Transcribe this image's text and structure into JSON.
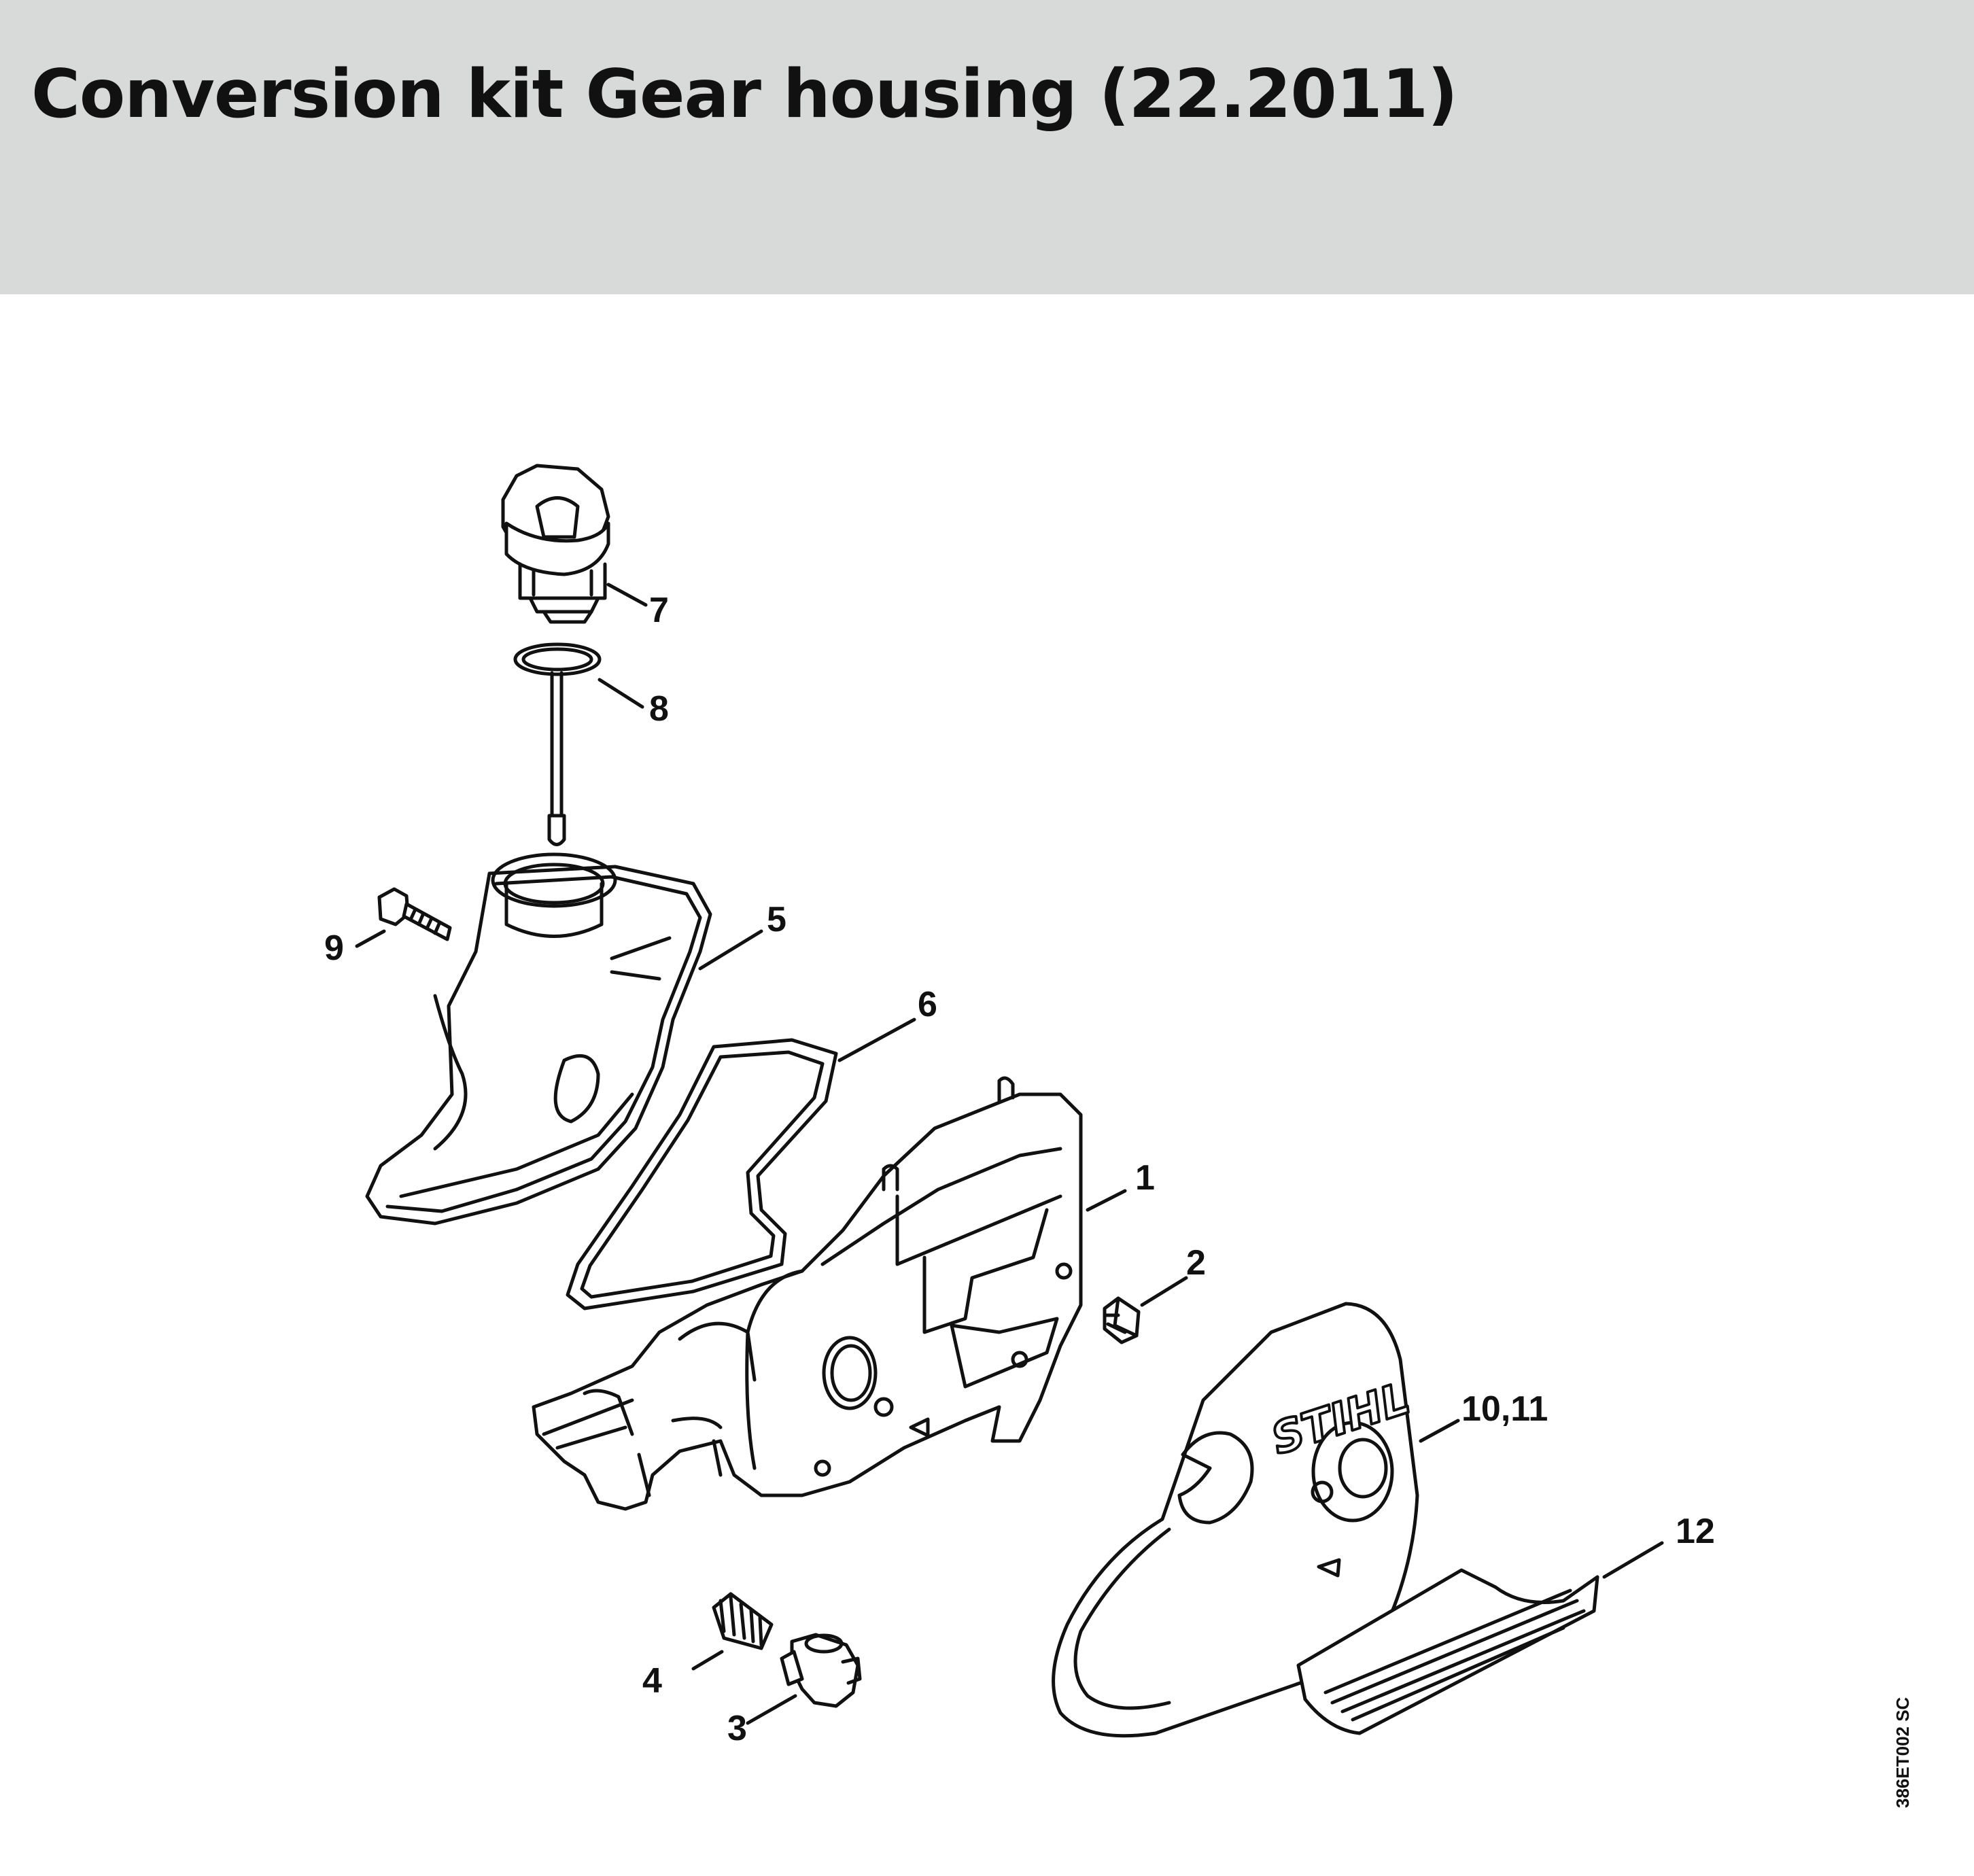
{
  "header": {
    "title": "Conversion kit Gear housing (22.2011)",
    "background": "#d8dad9"
  },
  "callouts": {
    "c1": "1",
    "c2": "2",
    "c3": "3",
    "c4": "4",
    "c5": "5",
    "c6": "6",
    "c7": "7",
    "c8": "8",
    "c9": "9",
    "c10_11": "10,11",
    "c12": "12"
  },
  "parts": {
    "p1": "gear-housing",
    "p2": "fitting",
    "p3": "connector",
    "p4": "filter",
    "p5": "oil-tank",
    "p6": "gasket",
    "p7": "filler-cap",
    "p8": "o-ring",
    "p9": "screw",
    "p10_11": "chain-sprocket-cover",
    "p12": "label-plate"
  },
  "cover_logo": "STIHL",
  "drawing_code": "386ET002 SC"
}
